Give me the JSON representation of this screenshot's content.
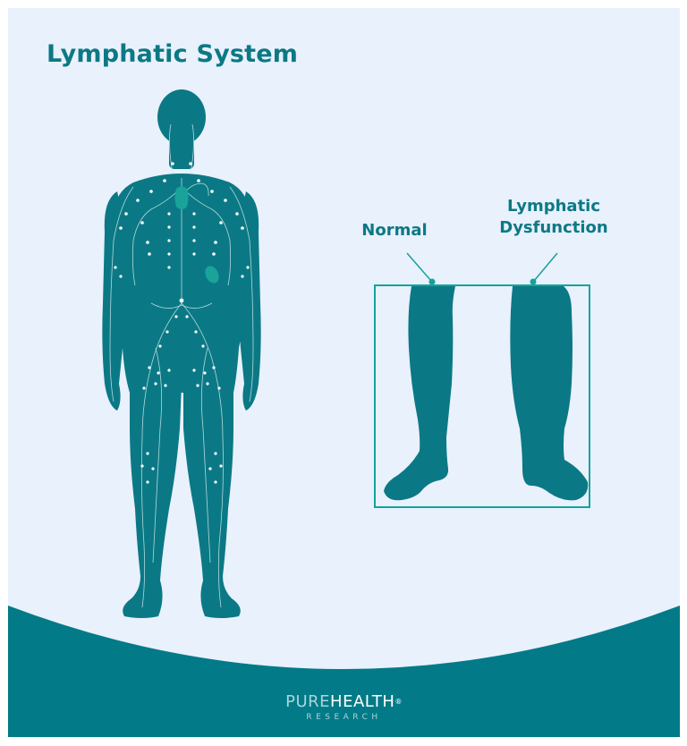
{
  "title": "Lymphatic System",
  "comparison": {
    "normal_label": "Normal",
    "dysfunction_label_line1": "Lymphatic",
    "dysfunction_label_line2": "Dysfunction"
  },
  "brand": {
    "name_part1": "PURE",
    "name_part2": "HEALTH",
    "registered": "®",
    "subtitle": "RESEARCH"
  },
  "colors": {
    "background": "#e9f1fc",
    "teal_dark": "#0b7985",
    "teal_accent": "#14a39b",
    "node_white": "#ffffff",
    "footer_teal": "#027a87"
  }
}
